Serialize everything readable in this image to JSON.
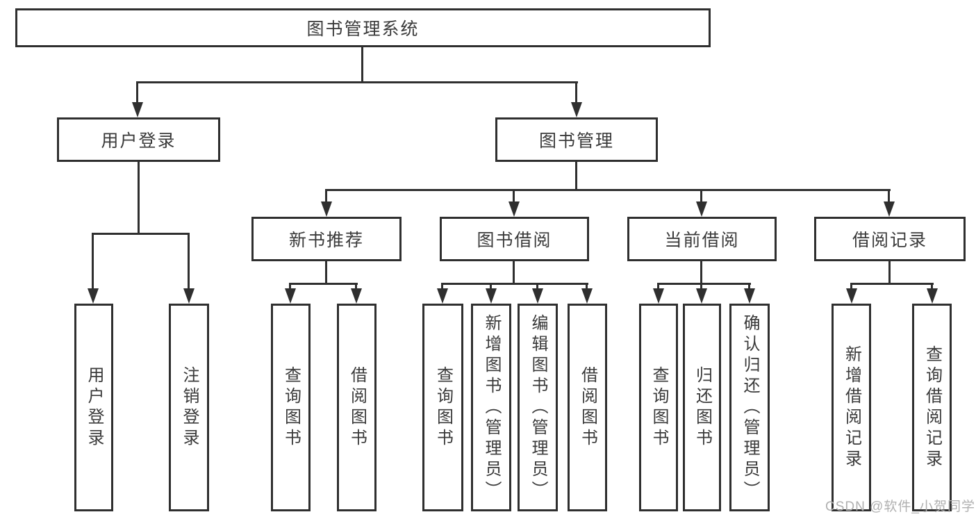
{
  "diagram": {
    "root": {
      "label": "图书管理系统"
    },
    "branches": [
      {
        "label": "用户登录",
        "leaves": [
          {
            "label": "用户登录"
          },
          {
            "label": "注销登录"
          }
        ]
      },
      {
        "label": "图书管理",
        "groups": [
          {
            "label": "新书推荐",
            "leaves": [
              {
                "label": "查询图书"
              },
              {
                "label": "借阅图书"
              }
            ]
          },
          {
            "label": "图书借阅",
            "leaves": [
              {
                "label": "查询图书"
              },
              {
                "label": "新增图书（管理员）"
              },
              {
                "label": "编辑图书（管理员）"
              },
              {
                "label": "借阅图书"
              }
            ]
          },
          {
            "label": "当前借阅",
            "leaves": [
              {
                "label": "查询图书"
              },
              {
                "label": "归还图书"
              },
              {
                "label": "确认归还（管理员）"
              }
            ]
          },
          {
            "label": "借阅记录",
            "leaves": [
              {
                "label": "新增借阅记录"
              },
              {
                "label": "查询借阅记录"
              }
            ]
          }
        ]
      }
    ],
    "watermark": "CSDN @软件_小贺同学",
    "colors": {
      "line": "#2f2f2f",
      "text": "#3a3a3a",
      "background": "#ffffff",
      "watermark": "#b0b0b0"
    }
  }
}
